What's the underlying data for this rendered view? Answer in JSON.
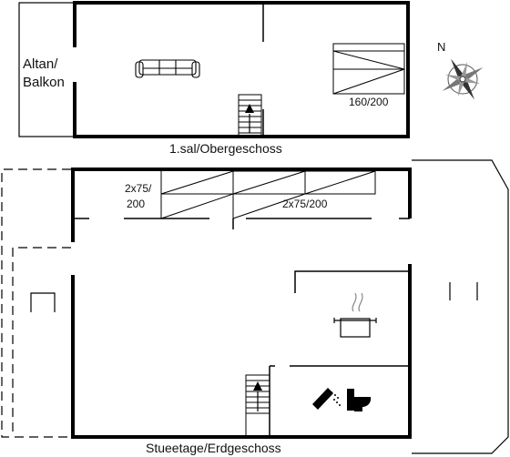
{
  "upper_floor": {
    "title": "1.sal/Obergeschoss",
    "balcony_label_line1": "Altan/",
    "balcony_label_line2": "Balkon",
    "bed_label": "160/200"
  },
  "ground_floor": {
    "title": "Stueetage/Erdgeschoss",
    "bed_left_label_line1": "2x75/",
    "bed_left_label_line2": "200",
    "bed_right_label": "2x75/200"
  },
  "compass": {
    "north_label": "N"
  }
}
